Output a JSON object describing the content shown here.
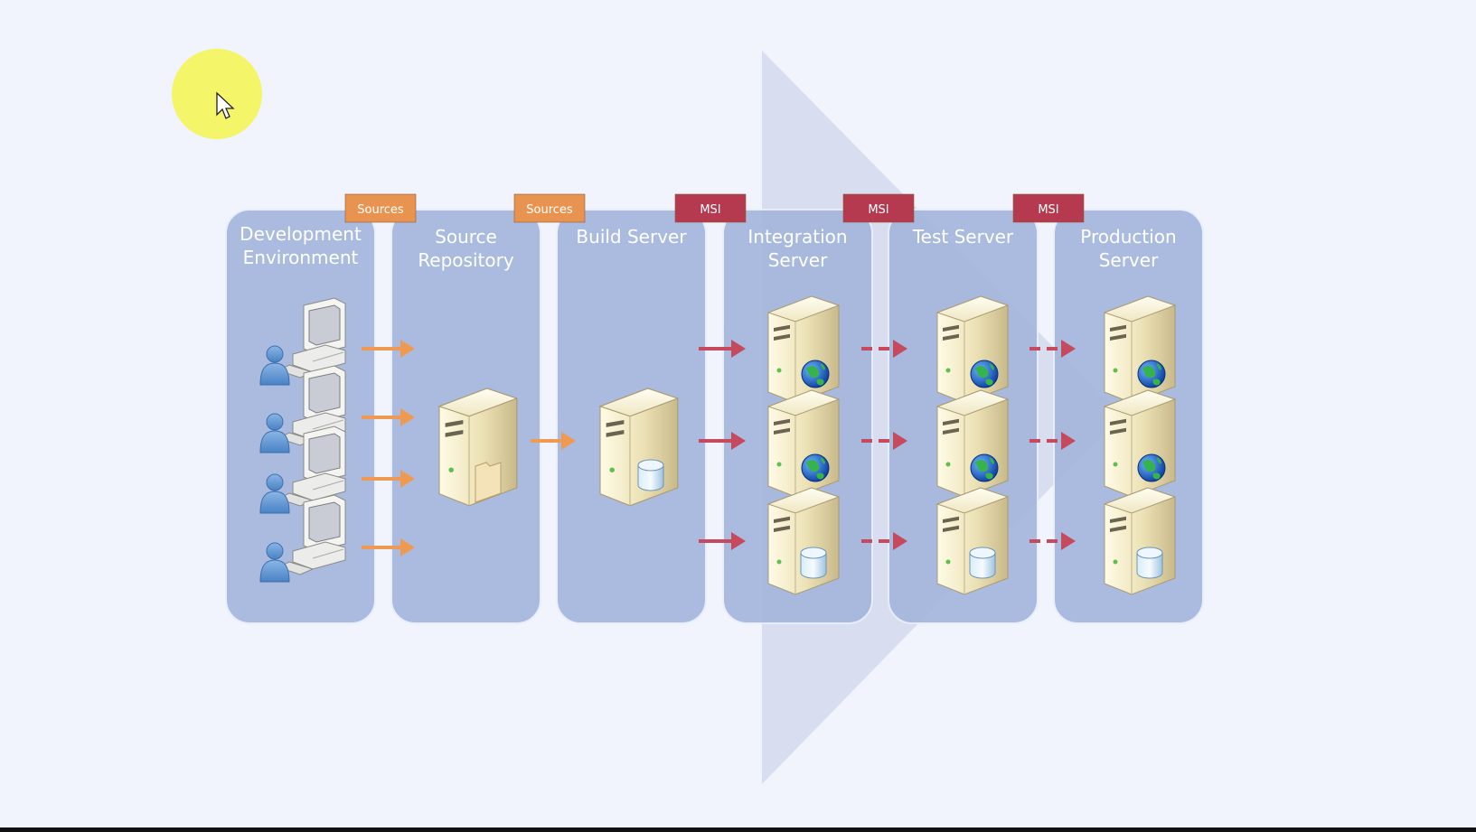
{
  "title": "",
  "columns": [
    {
      "id": "dev",
      "label": [
        "Development",
        "Environment"
      ]
    },
    {
      "id": "repo",
      "label": [
        "Source",
        "Repository"
      ]
    },
    {
      "id": "build",
      "label": [
        "Build Server"
      ]
    },
    {
      "id": "integration",
      "label": [
        "Integration",
        "Server"
      ]
    },
    {
      "id": "test",
      "label": [
        "Test Server"
      ]
    },
    {
      "id": "production",
      "label": [
        "Production",
        "Server"
      ]
    }
  ],
  "transitions": [
    {
      "text": "Sources",
      "kind": "source"
    },
    {
      "text": "Sources",
      "kind": "source"
    },
    {
      "text": "MSI",
      "kind": "msi"
    },
    {
      "text": "MSI",
      "kind": "msi"
    },
    {
      "text": "MSI",
      "kind": "msi"
    }
  ],
  "colors": {
    "panel": "#a5b7dd",
    "source_tag": "#e89450",
    "msi_tag": "#b53a4f",
    "source_arrow": "#ef9a53",
    "msi_arrow": "#c64a5e",
    "cursor_highlight": "#f5f56a"
  },
  "icons": {
    "developer": "workstation-with-user-icon",
    "repo": "server-with-folder-icon",
    "build": "server-with-database-icon",
    "web_server": "server-with-globe-icon",
    "db_server": "server-with-database-icon"
  }
}
